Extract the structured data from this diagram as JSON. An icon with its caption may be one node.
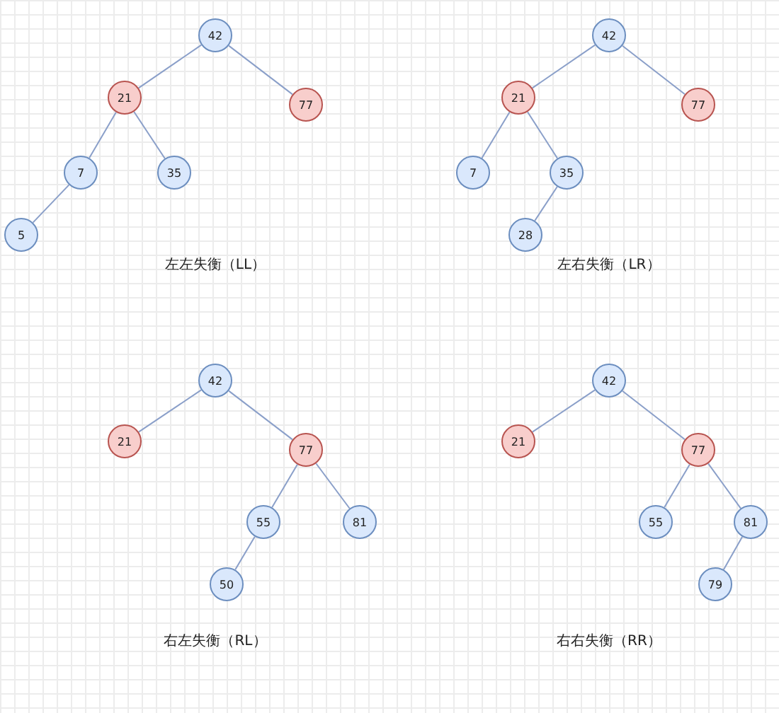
{
  "diagram": {
    "nodes": [
      {
        "text": [
          "42"
        ]
      },
      {
        "text": [
          "21"
        ]
      },
      {
        "text": [
          "77"
        ]
      },
      {
        "text": [
          "7"
        ]
      },
      {
        "text": [
          "35"
        ]
      },
      {
        "text": [
          "5"
        ]
      },
      {
        "text": [
          "42"
        ]
      },
      {
        "text": [
          "21"
        ]
      },
      {
        "text": [
          "77"
        ]
      },
      {
        "text": [
          "7"
        ]
      },
      {
        "text": [
          "35"
        ]
      },
      {
        "text": [
          "28"
        ]
      },
      {
        "text": [
          "42"
        ]
      },
      {
        "text": [
          "21"
        ]
      },
      {
        "text": [
          "77"
        ]
      },
      {
        "text": [
          "55"
        ]
      },
      {
        "text": [
          "81"
        ]
      },
      {
        "text": [
          "50"
        ]
      },
      {
        "text": [
          "42"
        ]
      },
      {
        "text": [
          "21"
        ]
      },
      {
        "text": [
          "77"
        ]
      },
      {
        "text": [
          "55"
        ]
      },
      {
        "text": [
          "81"
        ]
      },
      {
        "text": [
          "79"
        ]
      }
    ],
    "edges": [
      {
        "from": 0,
        "to": 1,
        "arrow": "none"
      },
      {
        "from": 0,
        "to": 2,
        "arrow": "none"
      },
      {
        "from": 1,
        "to": 3,
        "arrow": "none"
      },
      {
        "from": 1,
        "to": 4,
        "arrow": "none"
      },
      {
        "from": 3,
        "to": 5,
        "arrow": "none"
      },
      {
        "from": 6,
        "to": 7,
        "arrow": "none"
      },
      {
        "from": 6,
        "to": 8,
        "arrow": "none"
      },
      {
        "from": 7,
        "to": 9,
        "arrow": "none"
      },
      {
        "from": 7,
        "to": 10,
        "arrow": "none"
      },
      {
        "from": 10,
        "to": 11,
        "arrow": "none"
      },
      {
        "from": 12,
        "to": 13,
        "arrow": "none"
      },
      {
        "from": 12,
        "to": 14,
        "arrow": "none"
      },
      {
        "from": 14,
        "to": 15,
        "arrow": "none"
      },
      {
        "from": 14,
        "to": 16,
        "arrow": "none"
      },
      {
        "from": 15,
        "to": 17,
        "arrow": "none"
      },
      {
        "from": 18,
        "to": 19,
        "arrow": "none"
      },
      {
        "from": 18,
        "to": 20,
        "arrow": "none"
      },
      {
        "from": 20,
        "to": 21,
        "arrow": "none"
      },
      {
        "from": 20,
        "to": 22,
        "arrow": "none"
      },
      {
        "from": 22,
        "to": 23,
        "arrow": "none"
      }
    ],
    "labels": [
      "左左失衡（LL）",
      "左右失衡（LR）",
      "右左失衡（RL）",
      "右右失衡（RR）"
    ]
  }
}
